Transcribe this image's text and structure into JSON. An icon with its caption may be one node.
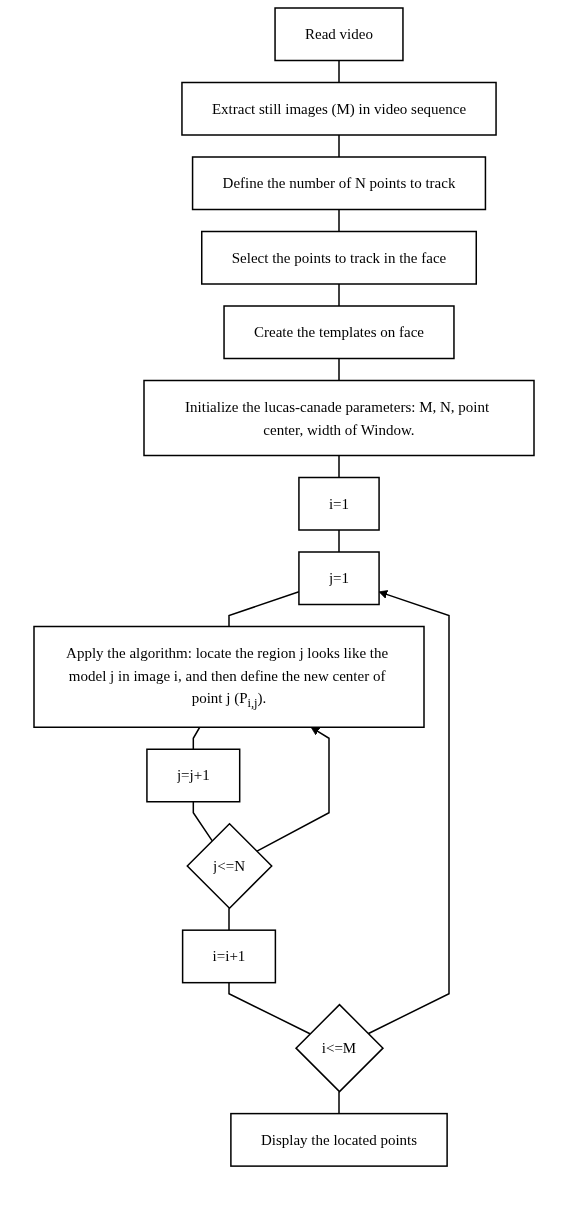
{
  "diagram": {
    "nodes": [
      {
        "text": [
          "Read video"
        ]
      },
      {
        "text": [
          "Extract still images (M) in video sequence"
        ]
      },
      {
        "text": [
          "Define the number of N points to track"
        ]
      },
      {
        "text": [
          "Select the points to track in the face"
        ]
      },
      {
        "text": [
          "Create the templates on face"
        ]
      },
      {
        "text": [
          "Initialize the lucas-canade parameters: M, N, point center, width of Window."
        ]
      },
      {
        "text": [
          "i=1"
        ]
      },
      {
        "text": [
          "j=1"
        ]
      },
      {
        "text": [
          "Apply the algorithm: locate the region j looks like the model j in image i, and then define the new center of point j (P$_{i,j}$)."
        ]
      },
      {
        "text": [
          "j=j+1"
        ]
      },
      {
        "text": [
          "j<=N"
        ]
      },
      {
        "text": [
          "i=i+1"
        ]
      },
      {
        "text": [
          "i<=M"
        ]
      },
      {
        "text": [
          "Display the located points"
        ]
      }
    ],
    "edges": [
      {
        "from": 0,
        "to": 1,
        "arrow": "none"
      },
      {
        "from": 1,
        "to": 2,
        "arrow": "none"
      },
      {
        "from": 2,
        "to": 3,
        "arrow": "none"
      },
      {
        "from": 3,
        "to": 4,
        "arrow": "none"
      },
      {
        "from": 4,
        "to": 5,
        "arrow": "none"
      },
      {
        "from": 5,
        "to": 6,
        "arrow": "none"
      },
      {
        "from": 6,
        "to": 7,
        "arrow": "none"
      },
      {
        "from": 7,
        "to": 8,
        "arrow": "none"
      },
      {
        "from": 8,
        "to": 9,
        "arrow": "none"
      },
      {
        "from": 9,
        "to": 10,
        "arrow": "none"
      },
      {
        "from": 10,
        "to": 11,
        "arrow": "none"
      },
      {
        "from": 11,
        "to": 12,
        "arrow": "none"
      },
      {
        "from": 12,
        "to": 13,
        "arrow": "none"
      },
      {
        "from": 10,
        "to": 8,
        "arrow": "to"
      },
      {
        "from": 12,
        "to": 7,
        "arrow": "to"
      }
    ]
  }
}
